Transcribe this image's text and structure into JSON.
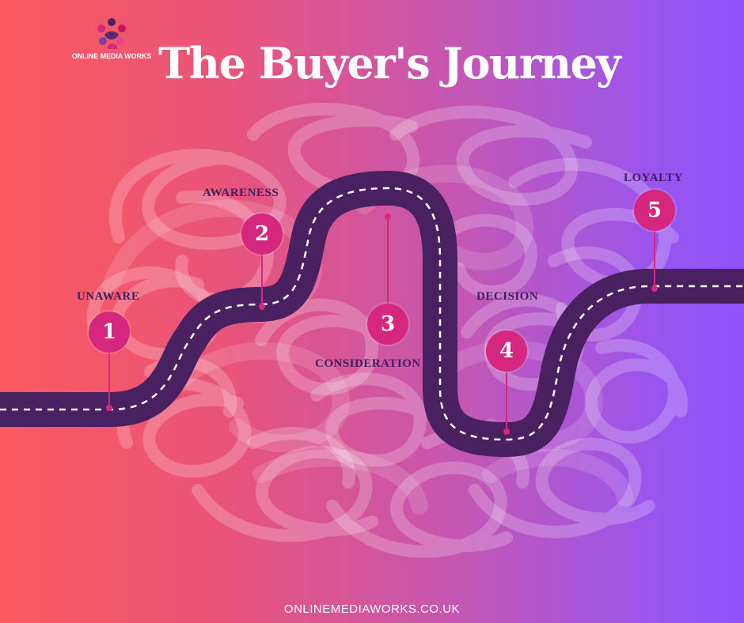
{
  "brand": {
    "name": "ONLINE MEDIA WORKS",
    "website": "ONLINEMEDIAWORKS.CO.UK"
  },
  "title": "The Buyer's Journey",
  "stages": [
    {
      "number": "1",
      "label": "UNAWARE"
    },
    {
      "number": "2",
      "label": "AWARENESS"
    },
    {
      "number": "3",
      "label": "CONSIDERATION"
    },
    {
      "number": "4",
      "label": "DECISION"
    },
    {
      "number": "5",
      "label": "LOYALTY"
    }
  ],
  "colors": {
    "badge": "#d6277e",
    "road": "#4a2160",
    "label": "#3d1f5e",
    "background_left": "#fb5a5e",
    "background_right": "#8f52fb"
  }
}
